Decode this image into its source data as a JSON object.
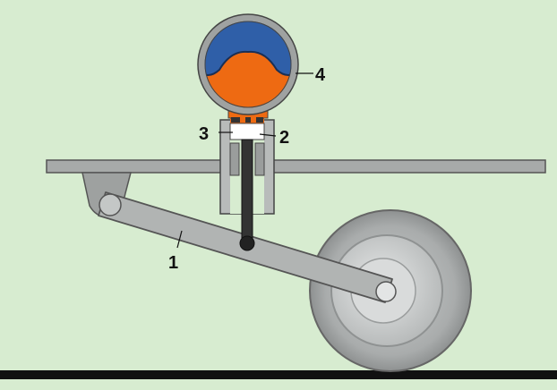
{
  "labels": {
    "l1": "1",
    "l2": "2",
    "l3": "3",
    "l4": "4"
  },
  "colors": {
    "background": "#d7ecd0",
    "gas": "#2f5fa8",
    "fluid": "#ee6a12",
    "metal": "#b9bdbd",
    "frame": "#a7aaa9",
    "piston": "#ffffff",
    "ground": "#111111"
  }
}
